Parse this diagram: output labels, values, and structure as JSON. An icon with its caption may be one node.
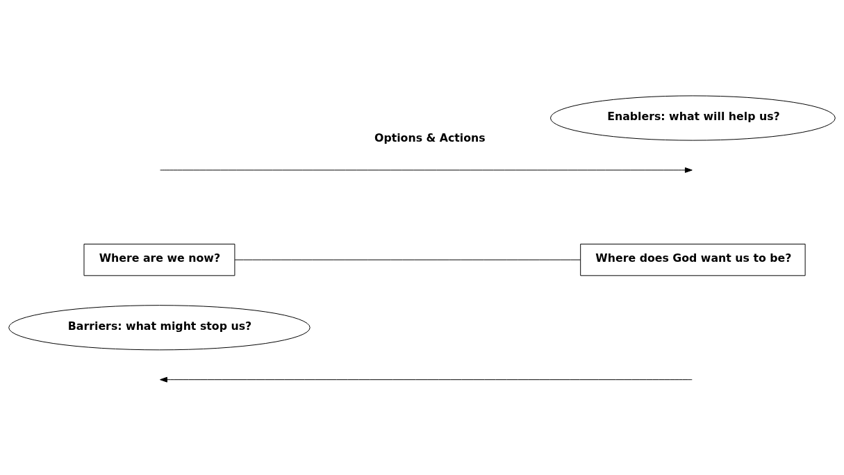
{
  "diagram": {
    "nodes": [
      {
        "text": [
          "Barriers: what might stop us?"
        ]
      },
      {
        "text": [
          "Where does God want us to be?"
        ]
      },
      {
        "text": [
          "Where are we now?"
        ]
      },
      {
        "text": [
          "Enablers: what will help us?"
        ]
      }
    ],
    "edges": [
      {
        "from": 2,
        "to": 1,
        "arrow": "none"
      }
    ],
    "labels": [
      "Options & Actions"
    ]
  }
}
